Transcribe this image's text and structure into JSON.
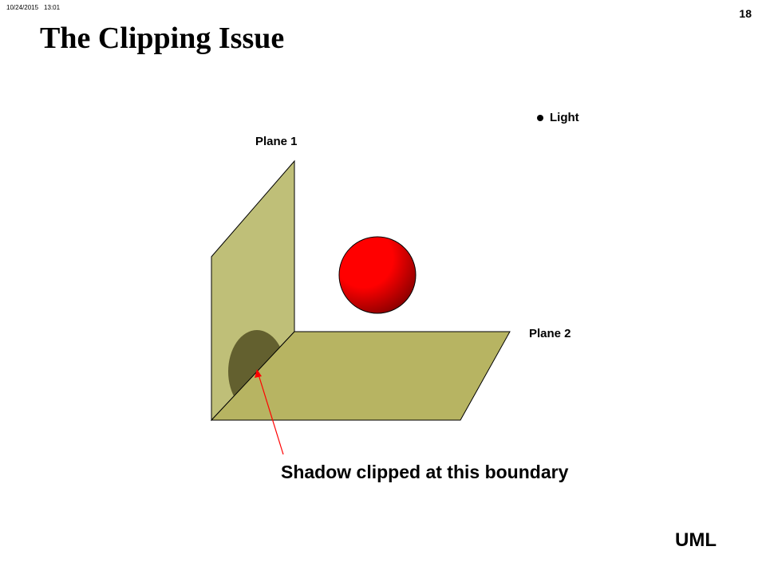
{
  "header": {
    "date": "10/24/2015",
    "time": "13:01",
    "page_number": "18"
  },
  "title": "The Clipping Issue",
  "diagram": {
    "light_label": "Light",
    "plane1_label": "Plane 1",
    "plane2_label": "Plane 2",
    "caption": "Shadow clipped at this boundary",
    "colors": {
      "plane1": "#bfbf78",
      "plane2": "#b7b462",
      "shadow": "#63602f",
      "sphere_light": "#ff0000",
      "sphere_dark": "#7a0000",
      "arrow": "#ff0000"
    }
  },
  "footer": {
    "label": "UML"
  }
}
